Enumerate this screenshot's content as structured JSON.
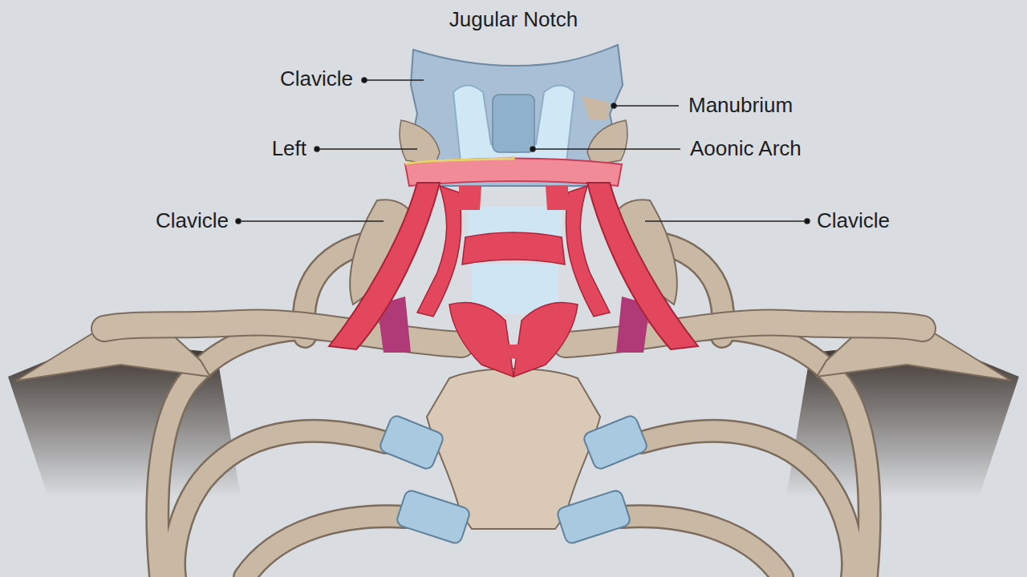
{
  "diagram": {
    "labels": [
      "Jugular Notch",
      "Clavicle",
      "Manubrium",
      "Left",
      "Aoonic Arch",
      "Clavicle",
      "Clavicle"
    ]
  }
}
